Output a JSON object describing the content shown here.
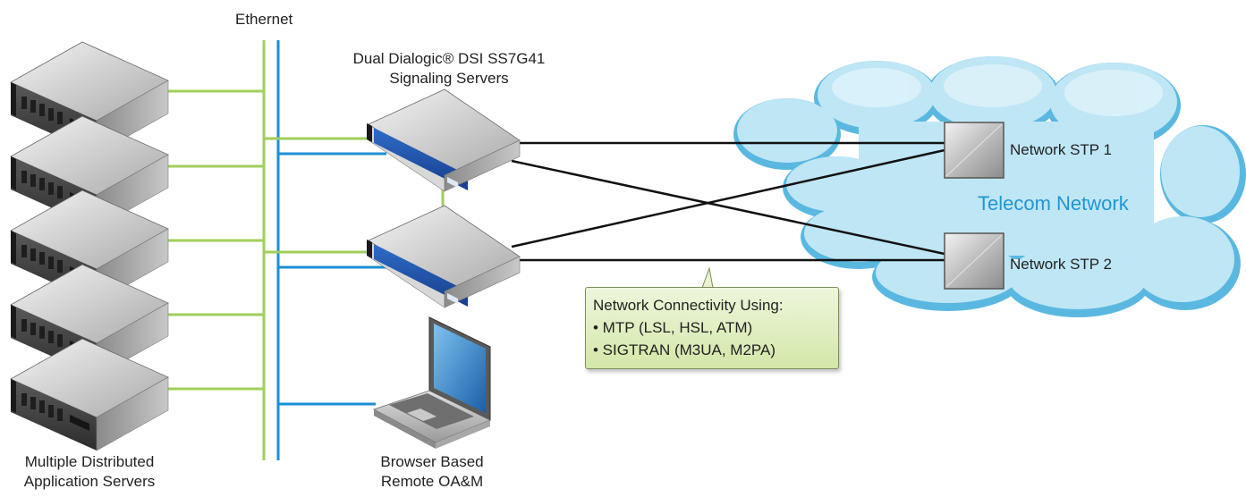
{
  "labels": {
    "ethernet": "Ethernet",
    "servers_title_line1": "Dual Dialogic® DSI SS7G41",
    "servers_title_line2": "Signaling Servers",
    "app_servers_line1": "Multiple Distributed",
    "app_servers_line2": "Application Servers",
    "oam_line1": "Browser Based",
    "oam_line2": "Remote OA&M",
    "cloud": "Telecom Network",
    "stp1": "Network STP 1",
    "stp2": "Network STP 2"
  },
  "callout": {
    "title": "Network Connectivity Using:",
    "items": [
      "• MTP (LSL, HSL, ATM)",
      "• SIGTRAN (M3UA, M2PA)"
    ]
  },
  "colors": {
    "green_line": "#9fcf5a",
    "blue_line": "#1b8fd6",
    "black_line": "#111111",
    "cloud_fill": "#bfe6f5",
    "cloud_edge": "#5ab8e0",
    "cloud_text": "#1f96d6",
    "server_blue": "#1f4fa8"
  },
  "icons": {
    "app_server": "rack-server-icon",
    "signaling_server": "signaling-server-icon",
    "laptop": "laptop-icon",
    "stp": "stp-box-icon",
    "cloud": "cloud-icon"
  }
}
